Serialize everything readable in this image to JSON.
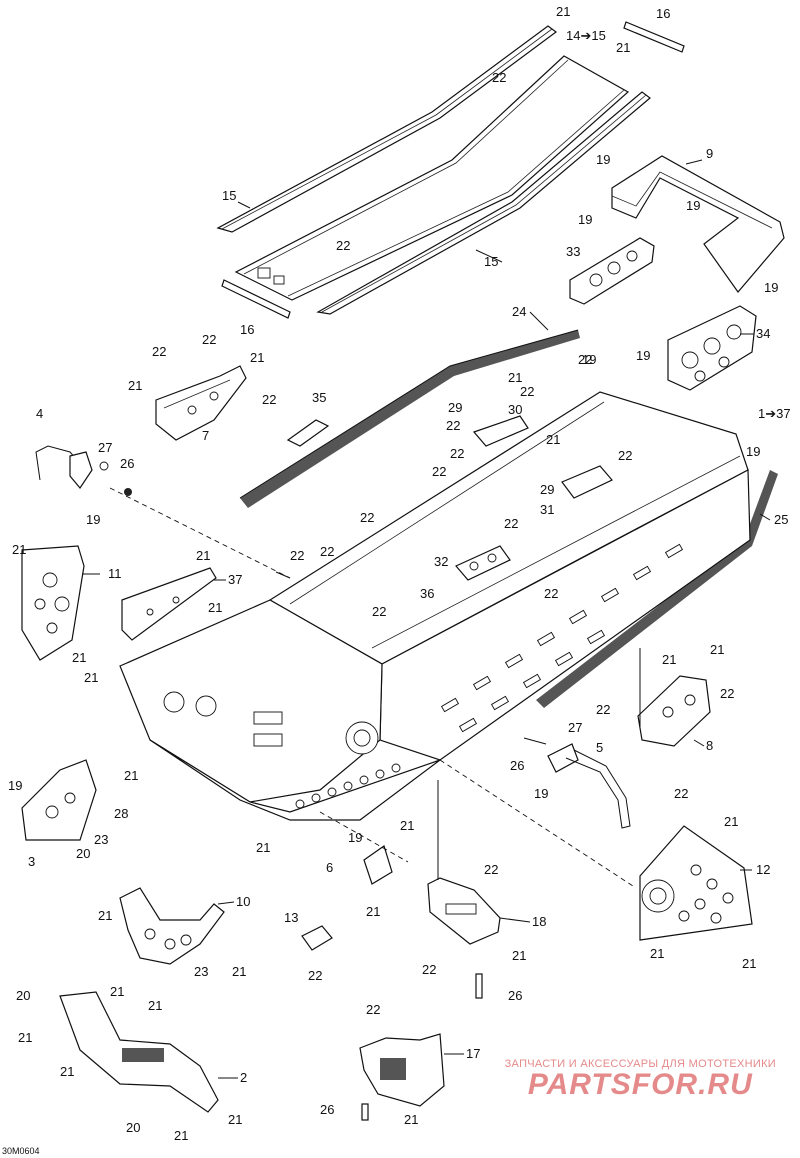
{
  "diagram_code": "30M0604",
  "watermark": {
    "caption": "ЗАПЧАСТИ И АКСЕССУАРЫ ДЛЯ МОТОТЕХНИКИ",
    "logo": "PARTSFOR.RU"
  },
  "callouts": {
    "c14_15": "14➔15",
    "c1_37": "1➔37",
    "c2": "2",
    "c3": "3",
    "c4": "4",
    "c5": "5",
    "c6": "6",
    "c7": "7",
    "c8": "8",
    "c9": "9",
    "c10": "10",
    "c11": "11",
    "c12": "12",
    "c13": "13",
    "c15": "15",
    "c16": "16",
    "c17": "17",
    "c18": "18",
    "c19": "19",
    "c20": "20",
    "c21": "21",
    "c22": "22",
    "c23": "23",
    "c24": "24",
    "c25": "25",
    "c26": "26",
    "c27": "27",
    "c28": "28",
    "c29": "29",
    "c30": "30",
    "c31": "31",
    "c32": "32",
    "c33": "33",
    "c34": "34",
    "c35": "35",
    "c36": "36",
    "c37": "37"
  }
}
